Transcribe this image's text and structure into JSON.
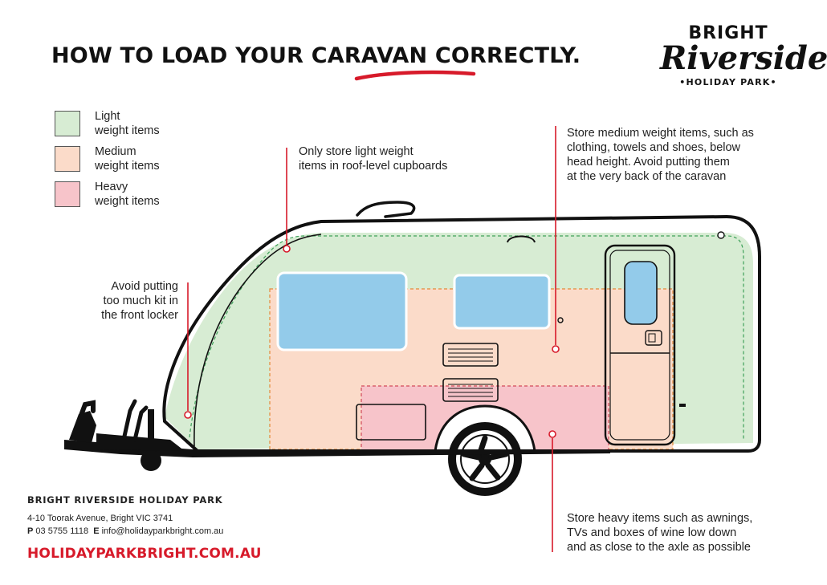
{
  "title": {
    "part1": "HOW TO LOAD YOUR CARAVAN ",
    "part2": "CORRECTLY."
  },
  "logo": {
    "line1": "BRIGHT",
    "line2": "Riverside",
    "line3": "•HOLIDAY PARK•"
  },
  "colors": {
    "light_zone": "#d7ecd3",
    "medium_zone": "#fbdbc9",
    "heavy_zone": "#f7c4ca",
    "window": "#93cbea",
    "accent_red": "#d71a2a",
    "outline": "#111111"
  },
  "legend": [
    {
      "line1": "Light",
      "line2": "weight items",
      "color": "#d7ecd3"
    },
    {
      "line1": "Medium",
      "line2": "weight items",
      "color": "#fbdbc9"
    },
    {
      "line1": "Heavy",
      "line2": "weight items",
      "color": "#f7c4ca"
    }
  ],
  "notes": {
    "roof": [
      "Only store light weight",
      "items in roof-level cupboards"
    ],
    "medium": [
      "Store medium weight items, such as",
      "clothing, towels and shoes, below",
      "head height. Avoid putting them",
      "at the very back of the caravan"
    ],
    "front": [
      "Avoid putting",
      "too much kit in",
      "the front locker"
    ],
    "heavy": [
      "Store heavy items such as awnings,",
      "TVs and boxes of wine low down",
      "and as close to the axle as possible"
    ]
  },
  "footer": {
    "park_name": "BRIGHT RIVERSIDE HOLIDAY PARK",
    "address": "4-10 Toorak Avenue, Bright VIC 3741",
    "phone_label": "P",
    "phone": "03 5755 1118",
    "email_label": "E",
    "email": "info@holidayparkbright.com.au",
    "website": "HOLIDAYPARKBRIGHT.COM.AU"
  }
}
